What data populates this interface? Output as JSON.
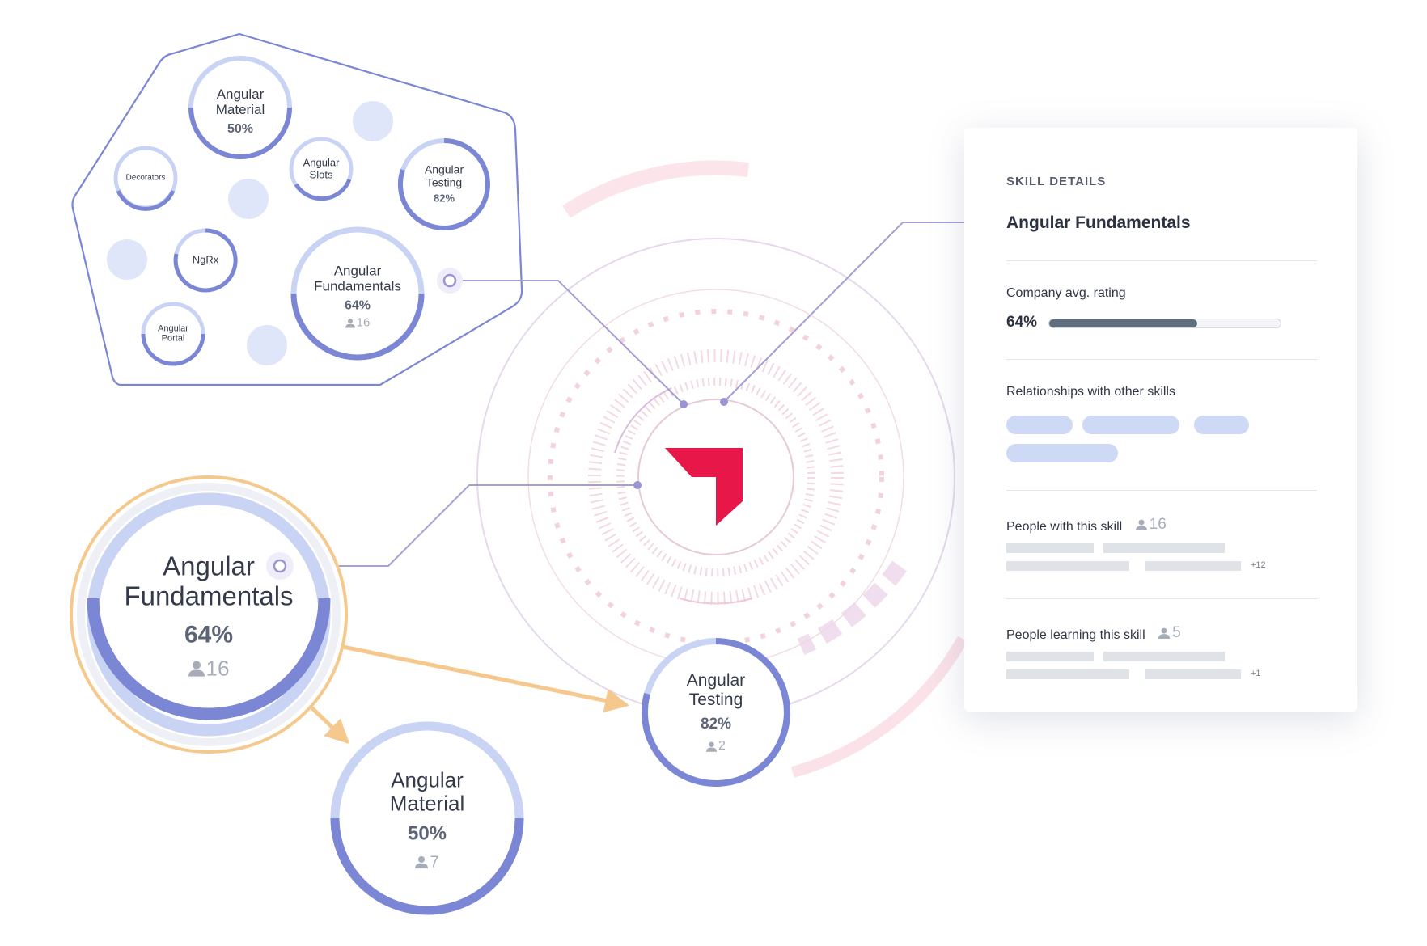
{
  "cluster": {
    "bubbles": [
      {
        "id": "angular-material",
        "name": "Angular Material",
        "percent": "50%"
      },
      {
        "id": "decorators",
        "name": "Decorators"
      },
      {
        "id": "angular-slots",
        "name": "Angular Slots"
      },
      {
        "id": "angular-testing",
        "name": "Angular Testing",
        "percent": "82%"
      },
      {
        "id": "ngrx",
        "name": "NgRx"
      },
      {
        "id": "angular-fundamentals",
        "name": "Angular Fundamentals",
        "percent": "64%",
        "count": "16"
      },
      {
        "id": "angular-portal",
        "name": "Angular Portal"
      }
    ]
  },
  "focus": {
    "main": {
      "name": "Angular Fundamentals",
      "percent": "64%",
      "count": "16"
    },
    "testing": {
      "name": "Angular Testing",
      "percent": "82%",
      "count": "2"
    },
    "material": {
      "name": "Angular Material",
      "percent": "50%",
      "count": "7"
    }
  },
  "details": {
    "kicker": "SKILL DETAILS",
    "title": "Angular Fundamentals",
    "rating_label": "Company avg. rating",
    "rating_value": "64%",
    "rating_fraction": 0.64,
    "relationships_label": "Relationships with other skills",
    "people_label": "People with this skill",
    "people_count": "16",
    "people_more": "+12",
    "learning_label": "People learning this skill",
    "learning_count": "5",
    "learning_more": "+1"
  },
  "colors": {
    "accent_indigo": "#7b86d4",
    "ring_light": "#c9d3f4",
    "highlight_orange": "#f5c98d",
    "brand_red": "#e8174a",
    "chip_blue": "#cdd9f5",
    "skeleton_gray": "#dfe2e6"
  },
  "icons": [
    "person-icon",
    "brand-logo",
    "connector-node-icon"
  ]
}
